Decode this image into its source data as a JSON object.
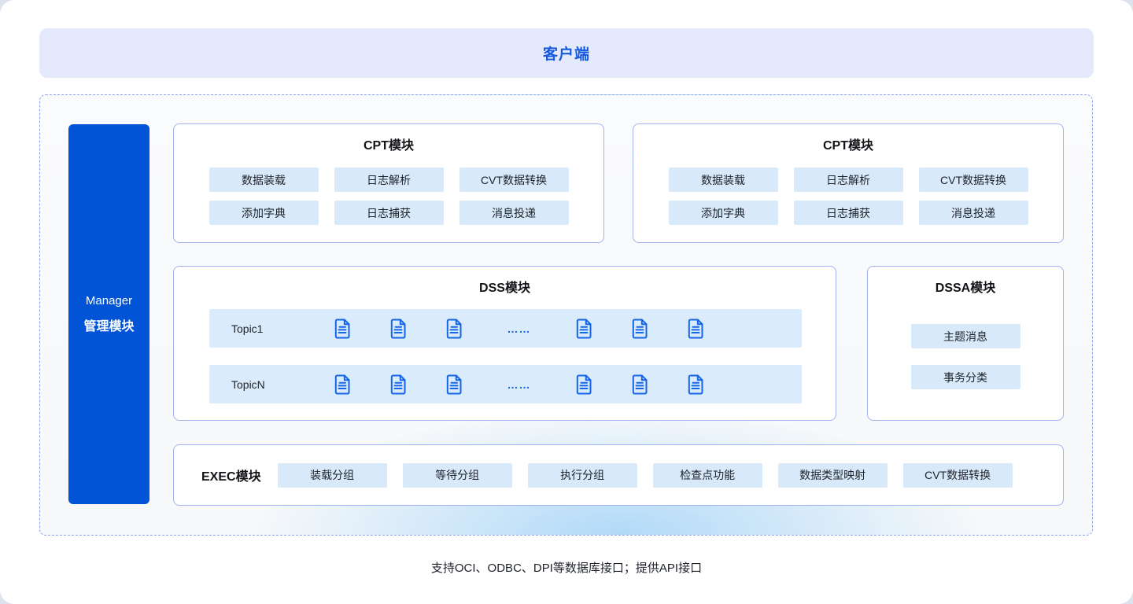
{
  "banner": {
    "label": "客户端"
  },
  "manager": {
    "line1": "Manager",
    "line2": "管理模块"
  },
  "cpt_modules": [
    {
      "title": "CPT模块",
      "buttons": [
        "数据装载",
        "日志解析",
        "CVT数据转换",
        "添加字典",
        "日志捕获",
        "消息投递"
      ]
    },
    {
      "title": "CPT模块",
      "buttons": [
        "数据装载",
        "日志解析",
        "CVT数据转换",
        "添加字典",
        "日志捕获",
        "消息投递"
      ]
    }
  ],
  "dss": {
    "title": "DSS模块",
    "ellipsis": "……",
    "topics": [
      {
        "label": "Topic1"
      },
      {
        "label": "TopicN"
      }
    ]
  },
  "dssa": {
    "title": "DSSA模块",
    "buttons": [
      "主题消息",
      "事务分类"
    ]
  },
  "exec": {
    "title": "EXEC模块",
    "buttons": [
      "装载分组",
      "等待分组",
      "执行分组",
      "检查点功能",
      "数据类型映射",
      "CVT数据转换"
    ]
  },
  "footer": {
    "text": "支持OCI、ODBC、DPI等数据库接口；提供API接口"
  },
  "colors": {
    "primary_blue": "#0254D6",
    "banner_bg": "#E4E9FC",
    "banner_text": "#1459DE",
    "chip_bg": "#D8EAFA",
    "topic_strip_bg": "#DAECFB",
    "box_border": "#9FB2EE",
    "dashed_border": "#8CA3EF",
    "doc_icon_blue": "#1565E8"
  }
}
